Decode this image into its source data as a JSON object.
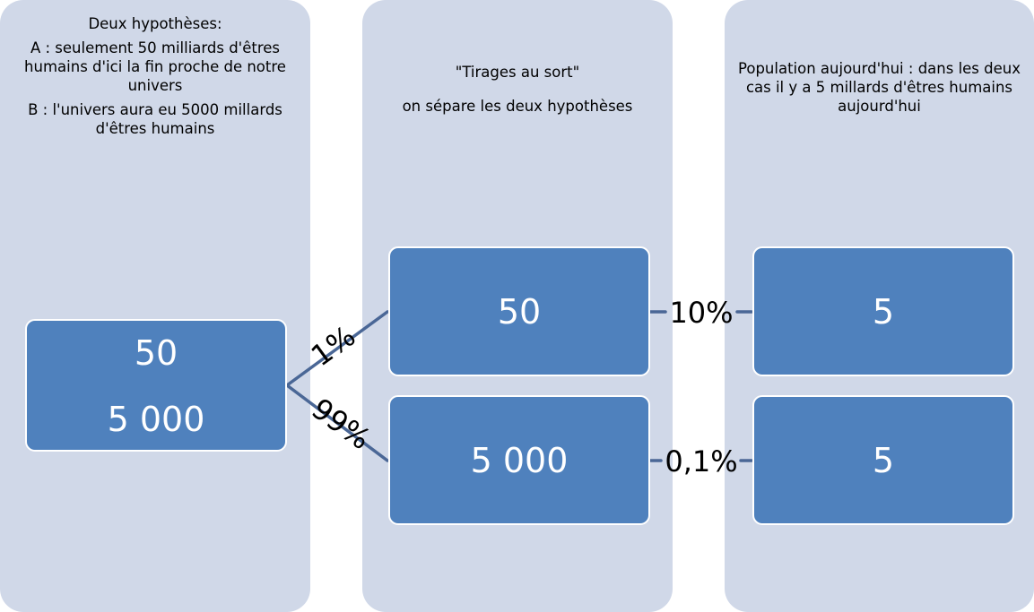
{
  "colors": {
    "column_bg": "#d0d8e8",
    "box_fill": "#4f81bd",
    "connector": "#4a6796"
  },
  "columns": [
    {
      "paragraphs": [
        "Deux hypothèses:",
        "A : seulement 50 milliards d'êtres humains d'ici la fin proche de notre univers",
        "B : l'univers aura eu 5000 millards d'êtres humains"
      ]
    },
    {
      "paragraphs": [
        "\"Tirages au sort\"",
        "on sépare les deux hypothèses"
      ]
    },
    {
      "paragraphs": [
        "Population aujourd'hui : dans les deux cas il y a 5 millards d'êtres humains aujourd'hui"
      ]
    }
  ],
  "nodes": {
    "start": {
      "line1": "50",
      "line2": "5 000"
    },
    "hyp_a": "50",
    "hyp_b": "5 000",
    "today_a": "5",
    "today_b": "5"
  },
  "edges": {
    "start_to_a": "1%",
    "start_to_b": "99%",
    "a_to_today": "10%",
    "b_to_today": "0,1%"
  }
}
